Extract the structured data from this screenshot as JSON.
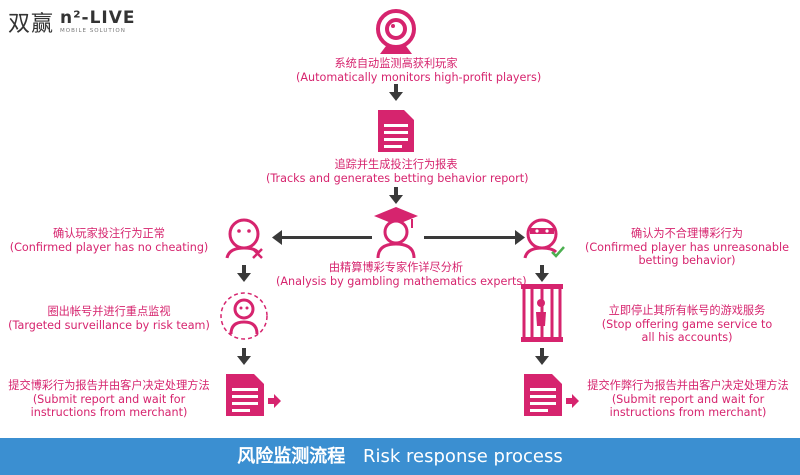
{
  "logo": {
    "cn": "双赢",
    "en": "n²-LIVE",
    "sub": "MOBILE SOLUTION"
  },
  "nodes": {
    "monitor": {
      "cn": "系统自动监测高获利玩家",
      "en": "(Automatically monitors high-profit players)"
    },
    "track": {
      "cn": "追踪并生成投注行为报表",
      "en": "(Tracks and generates betting behavior report)"
    },
    "analysis": {
      "cn": "由精算博彩专家作详尽分析",
      "en": "(Analysis by gambling mathematics experts)"
    },
    "normal": {
      "cn": "确认玩家投注行为正常",
      "en": "(Confirmed player has no cheating)"
    },
    "surveil": {
      "cn": "圈出帐号并进行重点监视",
      "en": "(Targeted surveillance by risk team)"
    },
    "report_left": {
      "cn": "提交博彩行为报告并由客户决定处理方法",
      "en1": "(Submit report and wait for",
      "en2": "instructions from merchant)"
    },
    "abnormal": {
      "cn": "确认为不合理博彩行为",
      "en1": "(Confirmed player has unreasonable",
      "en2": "betting behavior)"
    },
    "stop": {
      "cn": "立即停止其所有帐号的游戏服务",
      "en1": "(Stop offering game service to",
      "en2": "all his accounts)"
    },
    "report_right": {
      "cn": "提交作弊行为报告并由客户决定处理方法",
      "en1": "(Submit report and wait for",
      "en2": "instructions from merchant)"
    }
  },
  "footer": {
    "cn": "风险监测流程",
    "en": "Risk response process"
  },
  "colors": {
    "accent": "#d6246e",
    "arrow": "#3a3a3a",
    "footer": "#3b8fd1"
  }
}
